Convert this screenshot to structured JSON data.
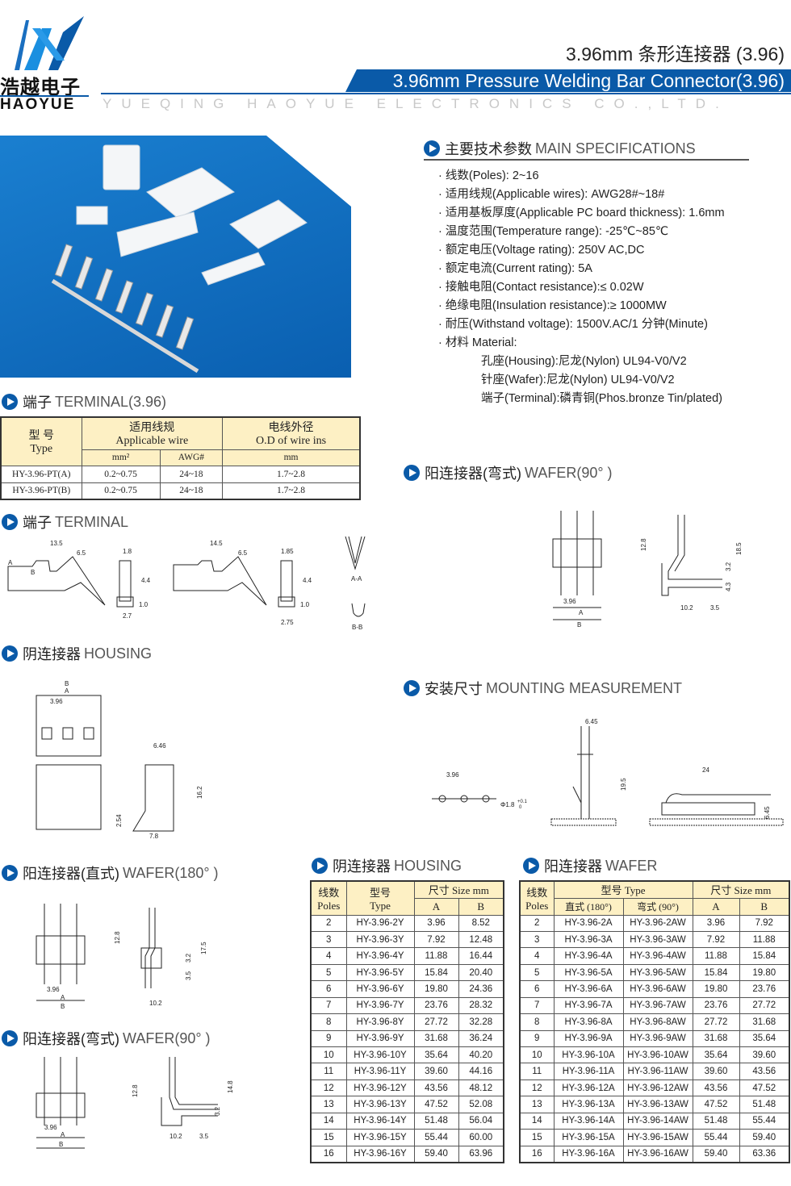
{
  "header": {
    "logo_cn": "浩越电子",
    "logo_en": "HAOYUE",
    "title_cn": "3.96mm 条形连接器 (3.96)",
    "title_en": "3.96mm Pressure Welding Bar Connector(3.96)",
    "company": "YUEQING HAOYUE ELECTRONICS CO.,LTD."
  },
  "colors": {
    "brand": "#0a5aa8",
    "table_header": "#fdf0c4"
  },
  "specs": {
    "heading_cn": "主要技术参数",
    "heading_en": "MAIN SPECIFICATIONS",
    "items": [
      "线数(Poles): 2~16",
      "适用线规(Applicable wires): AWG28#~18#",
      "适用基板厚度(Applicable PC board thickness): 1.6mm",
      "温度范围(Temperature range): -25℃~85℃",
      "额定电压(Voltage rating): 250V AC,DC",
      "额定电流(Current rating): 5A",
      "接触电阻(Contact resistance):≤ 0.02W",
      "绝缘电阻(Insulation resistance):≥ 1000MW",
      "耐压(Withstand voltage): 1500V.AC/1 分钟(Minute)",
      "材料 Material:"
    ],
    "materials": [
      "孔座(Housing):尼龙(Nylon) UL94-V0/V2",
      "针座(Wafer):尼龙(Nylon) UL94-V0/V2",
      "端子(Terminal):磷青铜(Phos.bronze Tin/plated)"
    ]
  },
  "sections": {
    "terminal396": {
      "cn": "端子",
      "en": "TERMINAL(3.96)"
    },
    "terminal": {
      "cn": "端子",
      "en": "TERMINAL"
    },
    "housing": {
      "cn": "阴连接器",
      "en": "HOUSING"
    },
    "wafer90_top": {
      "cn": "阳连接器(弯式)",
      "en": "WAFER(90°  )"
    },
    "mounting": {
      "cn": "安装尺寸",
      "en": "MOUNTING MEASUREMENT"
    },
    "wafer180": {
      "cn": "阳连接器(直式)",
      "en": "WAFER(180°  )"
    },
    "wafer90_bottom": {
      "cn": "阳连接器(弯式)",
      "en": "WAFER(90°  )"
    },
    "housing_table": {
      "cn": "阴连接器",
      "en": "HOUSING"
    },
    "wafer_table": {
      "cn": "阳连接器",
      "en": "WAFER"
    }
  },
  "terminal_table": {
    "type_cn": "型  号",
    "type_en": "Type",
    "wire_cn": "适用线规",
    "wire_en": "Applicable wire",
    "od_cn": "电线外径",
    "od_en": "O.D of wire ins",
    "mm2": "mm²",
    "awg": "AWG#",
    "mm": "mm",
    "rows": [
      [
        "HY-3.96-PT(A)",
        "0.2~0.75",
        "24~18",
        "1.7~2.8"
      ],
      [
        "HY-3.96-PT(B)",
        "0.2~0.75",
        "24~18",
        "1.7~2.8"
      ]
    ]
  },
  "housing_table": {
    "h_poles_cn": "线数",
    "h_poles_en": "Poles",
    "h_type_cn": "型号",
    "h_type_en": "Type",
    "h_size": "尺寸 Size mm",
    "h_a": "A",
    "h_b": "B",
    "rows": [
      [
        "2",
        "HY-3.96-2Y",
        "3.96",
        "8.52"
      ],
      [
        "3",
        "HY-3.96-3Y",
        "7.92",
        "12.48"
      ],
      [
        "4",
        "HY-3.96-4Y",
        "11.88",
        "16.44"
      ],
      [
        "5",
        "HY-3.96-5Y",
        "15.84",
        "20.40"
      ],
      [
        "6",
        "HY-3.96-6Y",
        "19.80",
        "24.36"
      ],
      [
        "7",
        "HY-3.96-7Y",
        "23.76",
        "28.32"
      ],
      [
        "8",
        "HY-3.96-8Y",
        "27.72",
        "32.28"
      ],
      [
        "9",
        "HY-3.96-9Y",
        "31.68",
        "36.24"
      ],
      [
        "10",
        "HY-3.96-10Y",
        "35.64",
        "40.20"
      ],
      [
        "11",
        "HY-3.96-11Y",
        "39.60",
        "44.16"
      ],
      [
        "12",
        "HY-3.96-12Y",
        "43.56",
        "48.12"
      ],
      [
        "13",
        "HY-3.96-13Y",
        "47.52",
        "52.08"
      ],
      [
        "14",
        "HY-3.96-14Y",
        "51.48",
        "56.04"
      ],
      [
        "15",
        "HY-3.96-15Y",
        "55.44",
        "60.00"
      ],
      [
        "16",
        "HY-3.96-16Y",
        "59.40",
        "63.96"
      ]
    ]
  },
  "wafer_table": {
    "h_poles_cn": "线数",
    "h_poles_en": "Poles",
    "h_type": "型号 Type",
    "h_straight": "直式 (180°)",
    "h_bent": "弯式 (90°)",
    "h_size": "尺寸 Size mm",
    "h_a": "A",
    "h_b": "B",
    "rows": [
      [
        "2",
        "HY-3.96-2A",
        "HY-3.96-2AW",
        "3.96",
        "7.92"
      ],
      [
        "3",
        "HY-3.96-3A",
        "HY-3.96-3AW",
        "7.92",
        "11.88"
      ],
      [
        "4",
        "HY-3.96-4A",
        "HY-3.96-4AW",
        "11.88",
        "15.84"
      ],
      [
        "5",
        "HY-3.96-5A",
        "HY-3.96-5AW",
        "15.84",
        "19.80"
      ],
      [
        "6",
        "HY-3.96-6A",
        "HY-3.96-6AW",
        "19.80",
        "23.76"
      ],
      [
        "7",
        "HY-3.96-7A",
        "HY-3.96-7AW",
        "23.76",
        "27.72"
      ],
      [
        "8",
        "HY-3.96-8A",
        "HY-3.96-8AW",
        "27.72",
        "31.68"
      ],
      [
        "9",
        "HY-3.96-9A",
        "HY-3.96-9AW",
        "31.68",
        "35.64"
      ],
      [
        "10",
        "HY-3.96-10A",
        "HY-3.96-10AW",
        "35.64",
        "39.60"
      ],
      [
        "11",
        "HY-3.96-11A",
        "HY-3.96-11AW",
        "39.60",
        "43.56"
      ],
      [
        "12",
        "HY-3.96-12A",
        "HY-3.96-12AW",
        "43.56",
        "47.52"
      ],
      [
        "13",
        "HY-3.96-13A",
        "HY-3.96-13AW",
        "47.52",
        "51.48"
      ],
      [
        "14",
        "HY-3.96-14A",
        "HY-3.96-14AW",
        "51.48",
        "55.44"
      ],
      [
        "15",
        "HY-3.96-15A",
        "HY-3.96-15AW",
        "55.44",
        "59.40"
      ],
      [
        "16",
        "HY-3.96-16A",
        "HY-3.96-16AW",
        "59.40",
        "63.36"
      ]
    ]
  },
  "drawings": {
    "terminal": [
      "13.5",
      "6.5",
      "1.8",
      "4.4",
      "1.0",
      "2.7",
      "14.5",
      "6.5",
      "1.85",
      "4.4",
      "1.0",
      "2.75",
      "A-A",
      "B-B",
      "A",
      "B"
    ],
    "wafer90_top": [
      "12.8",
      "3.96",
      "A",
      "B",
      "10.2",
      "3.5",
      "4.3",
      "3.2",
      "18.5"
    ],
    "housing": [
      "B",
      "A",
      "3.96",
      "6.46",
      "16.2",
      "2.54",
      "7.8"
    ],
    "mounting": [
      "3.96",
      "Φ1.8",
      "+0.1",
      "0",
      "6.45",
      "19.5",
      "24",
      "6.45"
    ],
    "wafer180": [
      "12.8",
      "3.96",
      "A",
      "B",
      "10.2",
      "3.5",
      "3.2",
      "17.5"
    ],
    "wafer90_bottom": [
      "12.8",
      "3.96",
      "A",
      "B",
      "10.2",
      "3.5",
      "3.2",
      "14.8"
    ]
  }
}
